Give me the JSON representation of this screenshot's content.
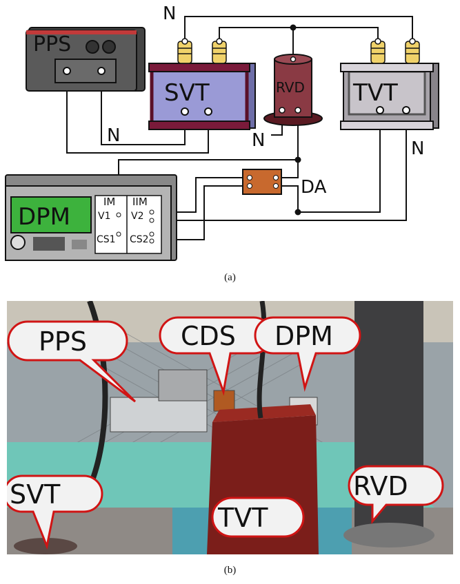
{
  "captions": {
    "a": "(a)",
    "b": "(b)"
  },
  "diagram": {
    "pps": "PPS",
    "svt": "SVT",
    "rvd": "RVD",
    "tvt": "TVT",
    "dpm": "DPM",
    "da": "DA",
    "neutral": "N",
    "im": "IM",
    "iim": "IIM",
    "v1": "V1",
    "v2": "V2",
    "cs1": "CS1",
    "cs2": "CS2"
  },
  "photo": {
    "labels": [
      "PPS",
      "CDS",
      "DPM",
      "SVT",
      "TVT",
      "RVD"
    ]
  },
  "colors": {
    "svt_body": "#9a9ad6",
    "svt_frame": "#5a1028",
    "rvd_body": "#7a2a33",
    "tvt_body": "#a8a4aa",
    "da_body": "#c8692e",
    "dpm_screen": "#3db23d",
    "bubble_border": "#d01414",
    "bubble_fill": "#f2f2f2"
  }
}
